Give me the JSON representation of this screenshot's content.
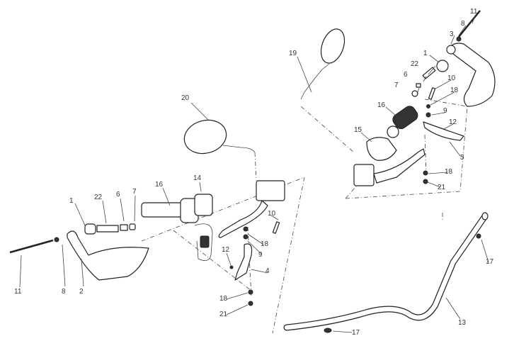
{
  "diagram": {
    "title": "Handlebar assembly exploded view",
    "callouts": [
      "11",
      "8",
      "3",
      "1",
      "22",
      "6",
      "10",
      "7",
      "18",
      "16",
      "9",
      "12",
      "15",
      "5",
      "18",
      "21",
      "19",
      "20",
      "14",
      "16",
      "22",
      "6",
      "7",
      "1",
      "10",
      "18",
      "9",
      "12",
      "4",
      "18",
      "21",
      "11",
      "8",
      "2",
      "13",
      "17",
      "17"
    ]
  }
}
